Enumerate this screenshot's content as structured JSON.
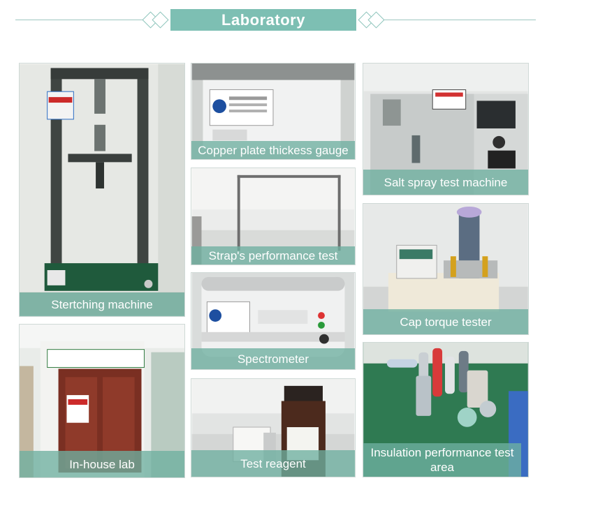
{
  "header": {
    "title": "Laboratory"
  },
  "tiles": [
    {
      "caption": "Stertching machine"
    },
    {
      "caption": "Copper plate thickess gauge"
    },
    {
      "caption": "Salt spray test machine"
    },
    {
      "caption": "Strap's performance test"
    },
    {
      "caption": "Cap torque tester"
    },
    {
      "caption": "Spectrometer"
    },
    {
      "caption": "In-house lab"
    },
    {
      "caption": "Test reagent"
    },
    {
      "caption": "Insulation performance test area"
    }
  ],
  "colors": {
    "accent": "#7dbfb3",
    "caption_overlay": "#6eafa0"
  }
}
